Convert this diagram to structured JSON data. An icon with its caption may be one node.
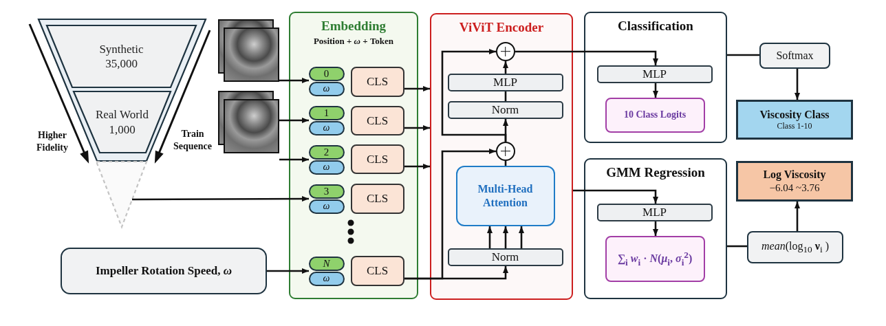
{
  "diagram": {
    "nodes": [
      {
        "text": [],
        "shape": "trapezoid"
      },
      {
        "text": [
          "Synthetic",
          "35,000"
        ],
        "in": 0
      },
      {
        "text": [
          "Real World",
          "1,000"
        ],
        "in": 0
      },
      {
        "text": [],
        "shape": "triangle"
      },
      {
        "text": [],
        "shape": "picture"
      },
      {
        "text": [],
        "shape": "picture"
      },
      {
        "text": [
          "Impeller Rotation Speed, *ω*"
        ]
      },
      {
        "text": [
          "Embedding",
          "Position + *ω* + Token"
        ]
      },
      {
        "text": [
          "0"
        ],
        "in": 7
      },
      {
        "text": [
          "ω"
        ],
        "in": 7
      },
      {
        "text": [
          "1"
        ],
        "in": 7
      },
      {
        "text": [
          "ω"
        ],
        "in": 7
      },
      {
        "text": [
          "2"
        ],
        "in": 7
      },
      {
        "text": [
          "ω"
        ],
        "in": 7
      },
      {
        "text": [
          "3"
        ],
        "in": 7
      },
      {
        "text": [
          "ω"
        ],
        "in": 7
      },
      {
        "text": [
          "N"
        ],
        "in": 7
      },
      {
        "text": [
          "ω"
        ],
        "in": 7
      },
      {
        "text": [
          "CLS"
        ],
        "in": 7
      },
      {
        "text": [
          "CLS"
        ],
        "in": 7
      },
      {
        "text": [
          "CLS"
        ],
        "in": 7
      },
      {
        "text": [
          "CLS"
        ],
        "in": 7
      },
      {
        "text": [
          "CLS"
        ],
        "in": 7
      },
      {
        "text": [
          "ViViT Encoder"
        ]
      },
      {
        "text": [],
        "shape": "circle",
        "in": 23
      },
      {
        "text": [
          "MLP"
        ],
        "in": 23
      },
      {
        "text": [
          "Norm"
        ],
        "in": 23
      },
      {
        "text": [],
        "shape": "circle",
        "in": 23
      },
      {
        "text": [
          "Multi-Head Attention"
        ],
        "in": 23
      },
      {
        "text": [
          "Norm"
        ],
        "in": 23
      },
      {
        "text": [
          "Classification"
        ]
      },
      {
        "text": [
          "MLP"
        ],
        "in": 30
      },
      {
        "text": [
          "10 Class Logits"
        ],
        "in": 30
      },
      {
        "text": [
          "GMM Regression"
        ]
      },
      {
        "text": [
          "MLP"
        ],
        "in": 33
      },
      {
        "text": [
          "∑$_{i}$ *w*$_{i}$ · *N*(*μ*$_{i}$, *σ*$_{i}$$^{2}$)"
        ],
        "in": 33
      },
      {
        "text": [
          "Softmax"
        ]
      },
      {
        "text": [
          "Viscosity Class",
          "Class 1-10"
        ]
      },
      {
        "text": [
          "Log Viscosity",
          "−6.04 ~3.76"
        ]
      },
      {
        "text": [
          "*mean*(log$_{10}$ **ν**$_{i}$ )"
        ]
      }
    ],
    "edges": [
      {
        "from": 4,
        "to": 8,
        "arrow": "to"
      },
      {
        "from": 5,
        "to": 10,
        "arrow": "to"
      },
      {
        "from": 5,
        "to": 12,
        "arrow": "to"
      },
      {
        "from": 3,
        "to": 14,
        "arrow": "to"
      },
      {
        "from": 6,
        "to": 16,
        "arrow": "to"
      },
      {
        "from": 18,
        "to": 23,
        "arrow": "to"
      },
      {
        "from": 19,
        "to": 23,
        "arrow": "to"
      },
      {
        "from": 20,
        "to": 23,
        "arrow": "to"
      },
      {
        "from": 22,
        "to": 29,
        "arrow": "to"
      },
      {
        "from": 22,
        "to": 27,
        "arrow": "to"
      },
      {
        "from": 27,
        "to": 26,
        "arrow": "to"
      },
      {
        "from": 27,
        "to": 24,
        "arrow": "to"
      },
      {
        "from": 29,
        "to": 28,
        "arrow": "to"
      },
      {
        "from": 29,
        "to": 28,
        "arrow": "to"
      },
      {
        "from": 29,
        "to": 28,
        "arrow": "to"
      },
      {
        "from": 28,
        "to": 27,
        "arrow": "none"
      },
      {
        "from": 26,
        "to": 25,
        "arrow": "none"
      },
      {
        "from": 25,
        "to": 24,
        "arrow": "to"
      },
      {
        "from": 24,
        "to": 31,
        "arrow": "to"
      },
      {
        "from": 23,
        "to": 34,
        "arrow": "to"
      },
      {
        "from": 31,
        "to": 32,
        "arrow": "to"
      },
      {
        "from": 34,
        "to": 35,
        "arrow": "to"
      },
      {
        "from": 30,
        "to": 36,
        "arrow": "none"
      },
      {
        "from": 36,
        "to": 37,
        "arrow": "to"
      },
      {
        "from": 33,
        "to": 39,
        "arrow": "none"
      },
      {
        "from": 39,
        "to": 38,
        "arrow": "to"
      }
    ],
    "labels": [
      "Higher Fidelity",
      "Train Sequence"
    ]
  }
}
